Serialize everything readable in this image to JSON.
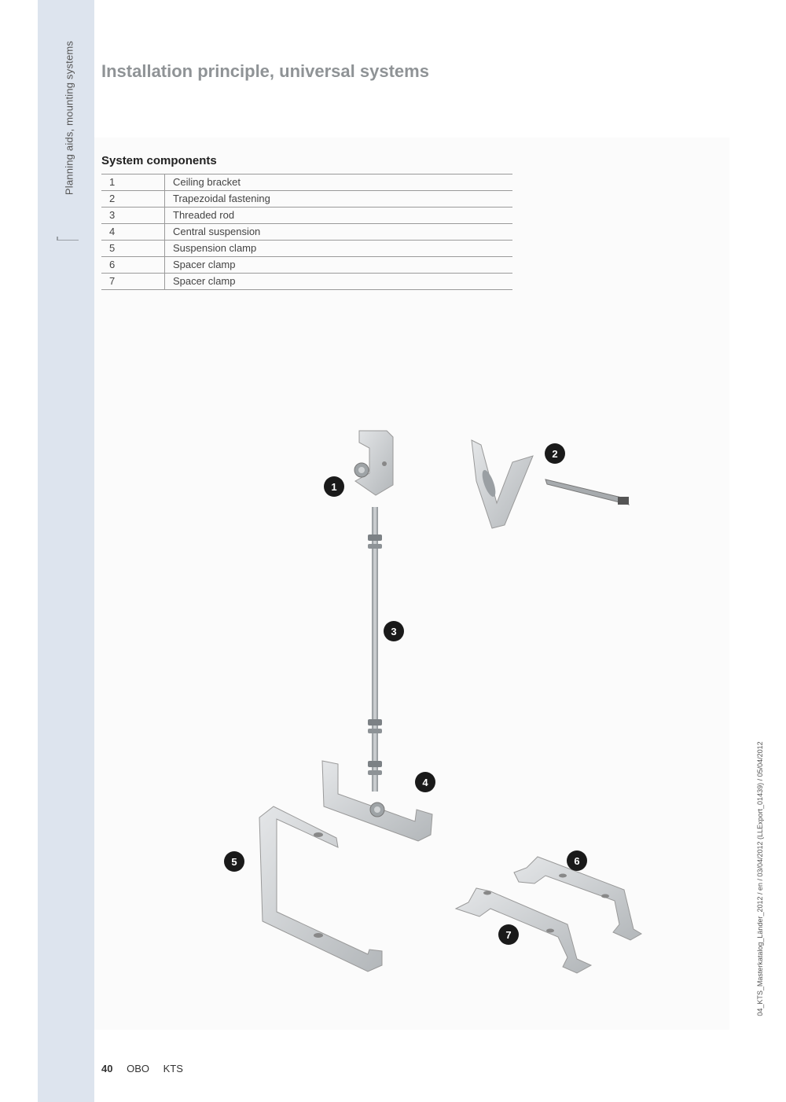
{
  "sidebar": {
    "label": "Planning aids, mounting systems"
  },
  "page_title": "Installation principle, universal systems",
  "components_section": {
    "title": "System components",
    "rows": [
      {
        "num": "1",
        "name": "Ceiling bracket"
      },
      {
        "num": "2",
        "name": "Trapezoidal fastening"
      },
      {
        "num": "3",
        "name": "Threaded rod"
      },
      {
        "num": "4",
        "name": "Central suspension"
      },
      {
        "num": "5",
        "name": "Suspension clamp"
      },
      {
        "num": "6",
        "name": "Spacer clamp"
      },
      {
        "num": "7",
        "name": "Spacer clamp"
      }
    ]
  },
  "diagram": {
    "callouts": [
      "1",
      "2",
      "3",
      "4",
      "5",
      "6",
      "7"
    ]
  },
  "side_note": "04_KTS_Masterkatalog_Länder_2012 / en / 03/04/2012 (LLExport_01439) / 05/04/2012",
  "footer": {
    "page_number": "40",
    "brand": "OBO",
    "product": "KTS"
  },
  "colors": {
    "sidebar": "#dde4ee",
    "title": "#8f9396",
    "metal": "#c9ccce",
    "callout": "#1a1a1a"
  }
}
